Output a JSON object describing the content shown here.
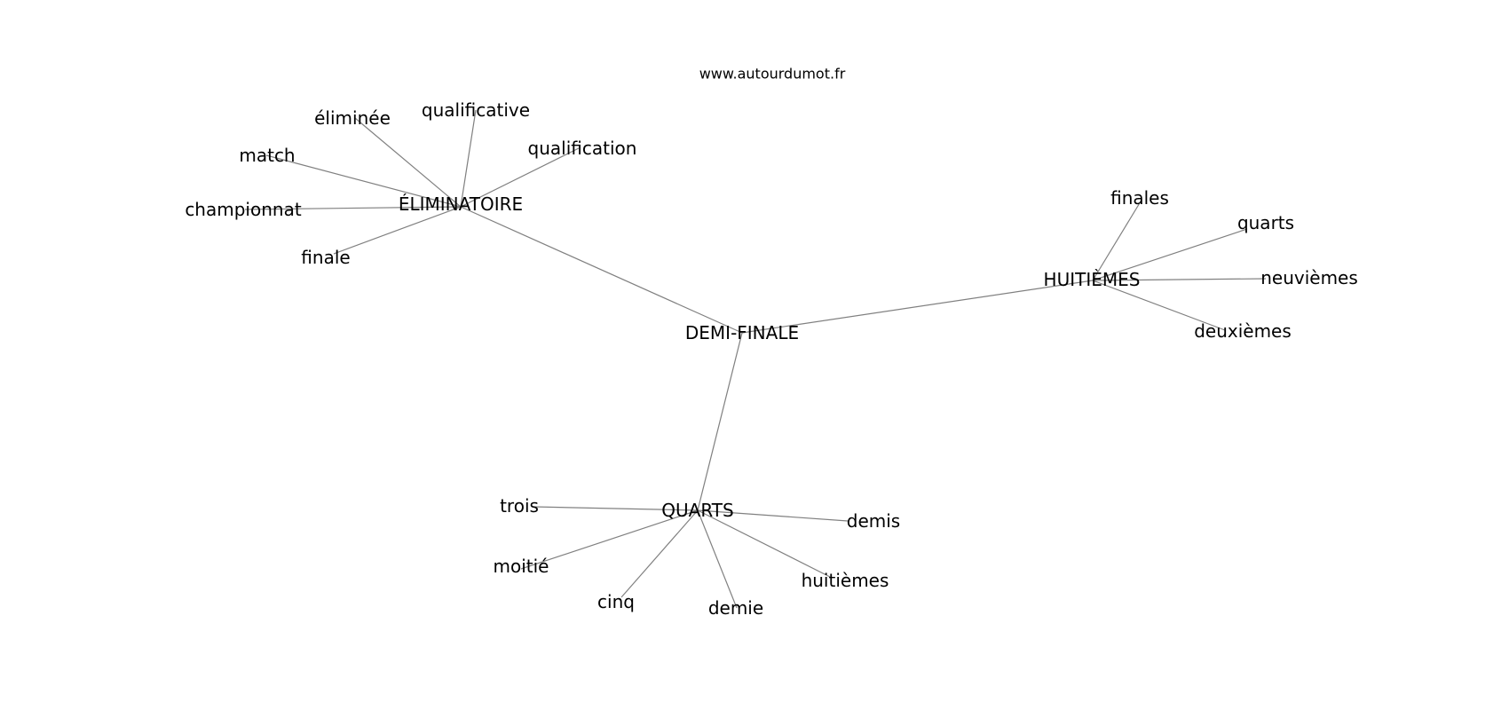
{
  "source": "www.autourdumot.fr",
  "center": "DEMI-FINALE",
  "hubs": [
    {
      "label": "ÉLIMINATOIRE",
      "leaves": [
        "éliminée",
        "qualificative",
        "qualification",
        "match",
        "championnat",
        "finale"
      ]
    },
    {
      "label": "HUITIÈMES",
      "leaves": [
        "finales",
        "quarts",
        "neuvièmes",
        "deuxièmes"
      ]
    },
    {
      "label": "QUARTS",
      "leaves": [
        "trois",
        "moitié",
        "cinq",
        "demie",
        "huitièmes",
        "demis"
      ]
    }
  ],
  "colors": {
    "edge": "#808080",
    "text": "#000000",
    "background": "#ffffff"
  }
}
